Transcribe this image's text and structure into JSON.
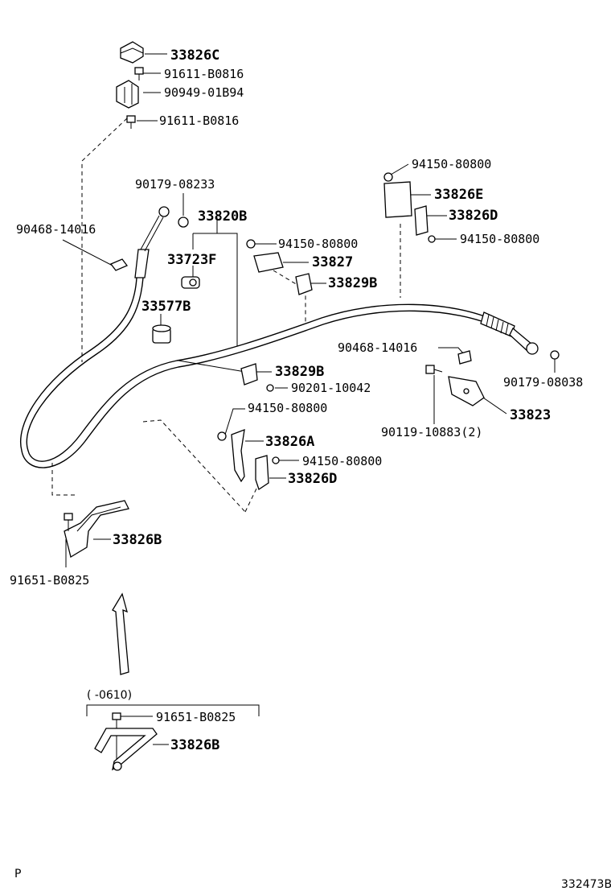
{
  "labels": {
    "l33826C": "33826C",
    "l91611_top1": "91611-B0816",
    "l90949": "90949-01B94",
    "l91611_top2": "91611-B0816",
    "l90179_08233": "90179-08233",
    "l33820B": "33820B",
    "l90468_left": "90468-14016",
    "l33723F": "33723F",
    "l33577B": "33577B",
    "l94150_mid": "94150-80800",
    "l33827": "33827",
    "l33829B_top": "33829B",
    "l94150_tr1": "94150-80800",
    "l33826E": "33826E",
    "l33826D_top": "33826D",
    "l94150_tr2": "94150-80800",
    "l90468_right": "90468-14016",
    "l90179_08038": "90179-08038",
    "l33829B_mid": "33829B",
    "l90201": "90201-10042",
    "l33823": "33823",
    "l94150_low1": "94150-80800",
    "l90119": "90119-10883(2)",
    "l33826A": "33826A",
    "l94150_low2": "94150-80800",
    "l33826D_low": "33826D",
    "l33826B": "33826B",
    "l91651_left": "91651-B0825",
    "inset_range": "(   -0610)",
    "l91651_inset": "91651-B0825",
    "l33826B_inset": "33826B",
    "corner_p": "P",
    "diagram_code": "332473B"
  }
}
